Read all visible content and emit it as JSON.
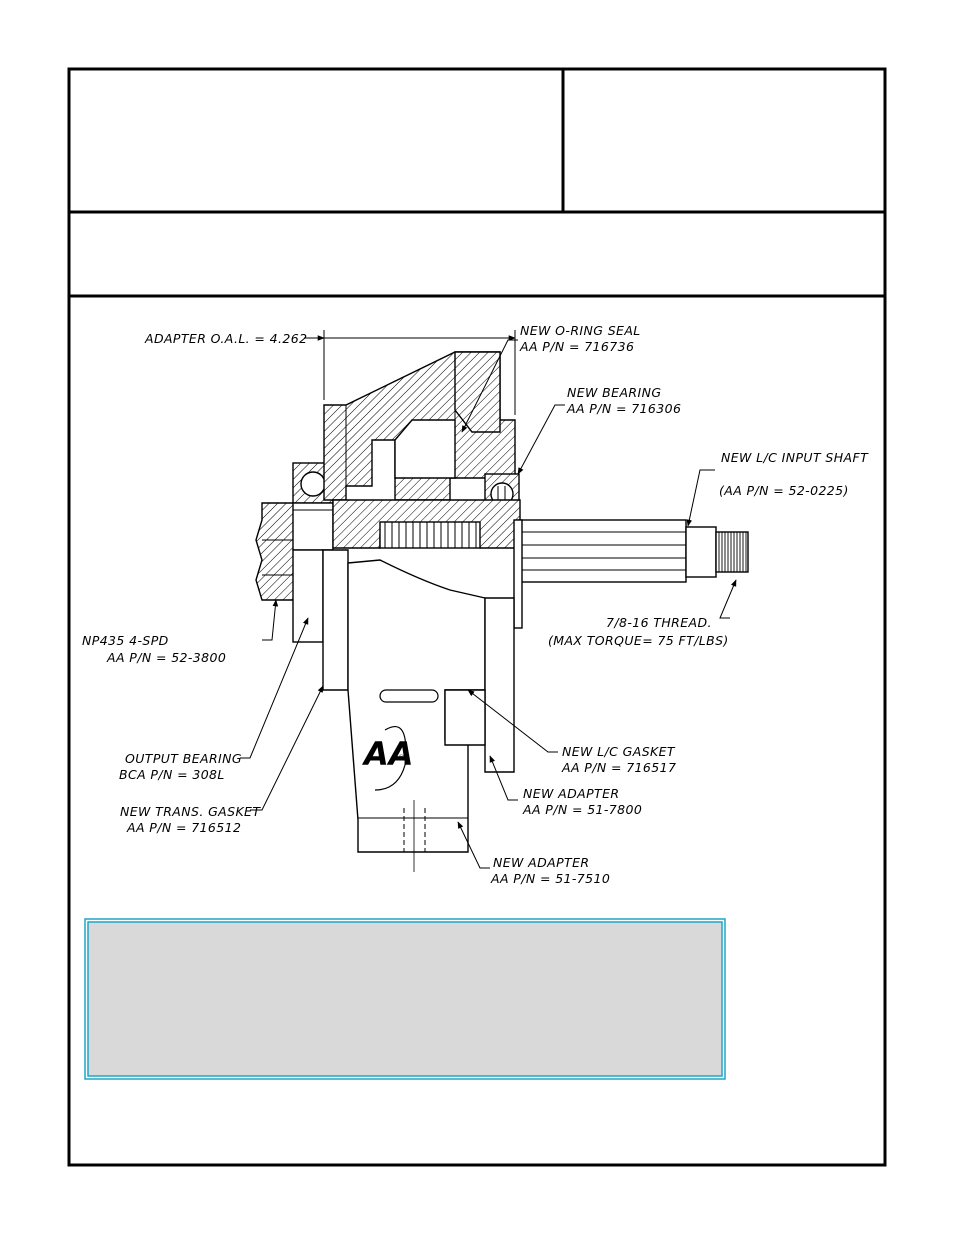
{
  "labels": {
    "adapter_oal": "ADAPTER O.A.L. = 4.262",
    "oring_title": "NEW O-RING SEAL",
    "oring_pn": "AA P/N = 716736",
    "bearing_title": "NEW BEARING",
    "bearing_pn": "AA P/N = 716306",
    "input_shaft_title": "NEW L/C INPUT SHAFT",
    "input_shaft_pn": "(AA P/N = 52-0225)",
    "thread_title": "7/8-16 THREAD.",
    "thread_torque": "(MAX TORQUE= 75 FT/LBS)",
    "trans_title": "NP435 4-SPD",
    "trans_pn": "AA P/N = 52-3800",
    "output_bearing_title": "OUTPUT BEARING",
    "output_bearing_pn": "BCA P/N = 308L",
    "trans_gasket_title": "NEW TRANS. GASKET",
    "trans_gasket_pn": "AA P/N = 716512",
    "lc_gasket_title": "NEW L/C GASKET",
    "lc_gasket_pn": "AA P/N = 716517",
    "adapter1_title": "NEW ADAPTER",
    "adapter1_pn": "AA P/N = 51-7800",
    "adapter2_title": "NEW ADAPTER",
    "adapter2_pn": "AA P/N = 51-7510"
  },
  "logo": {
    "text": "AA",
    "mark": "®"
  },
  "colors": {
    "line": "#000000",
    "notice_fill": "#d9d9d9",
    "notice_border": "#1fa6c9"
  }
}
